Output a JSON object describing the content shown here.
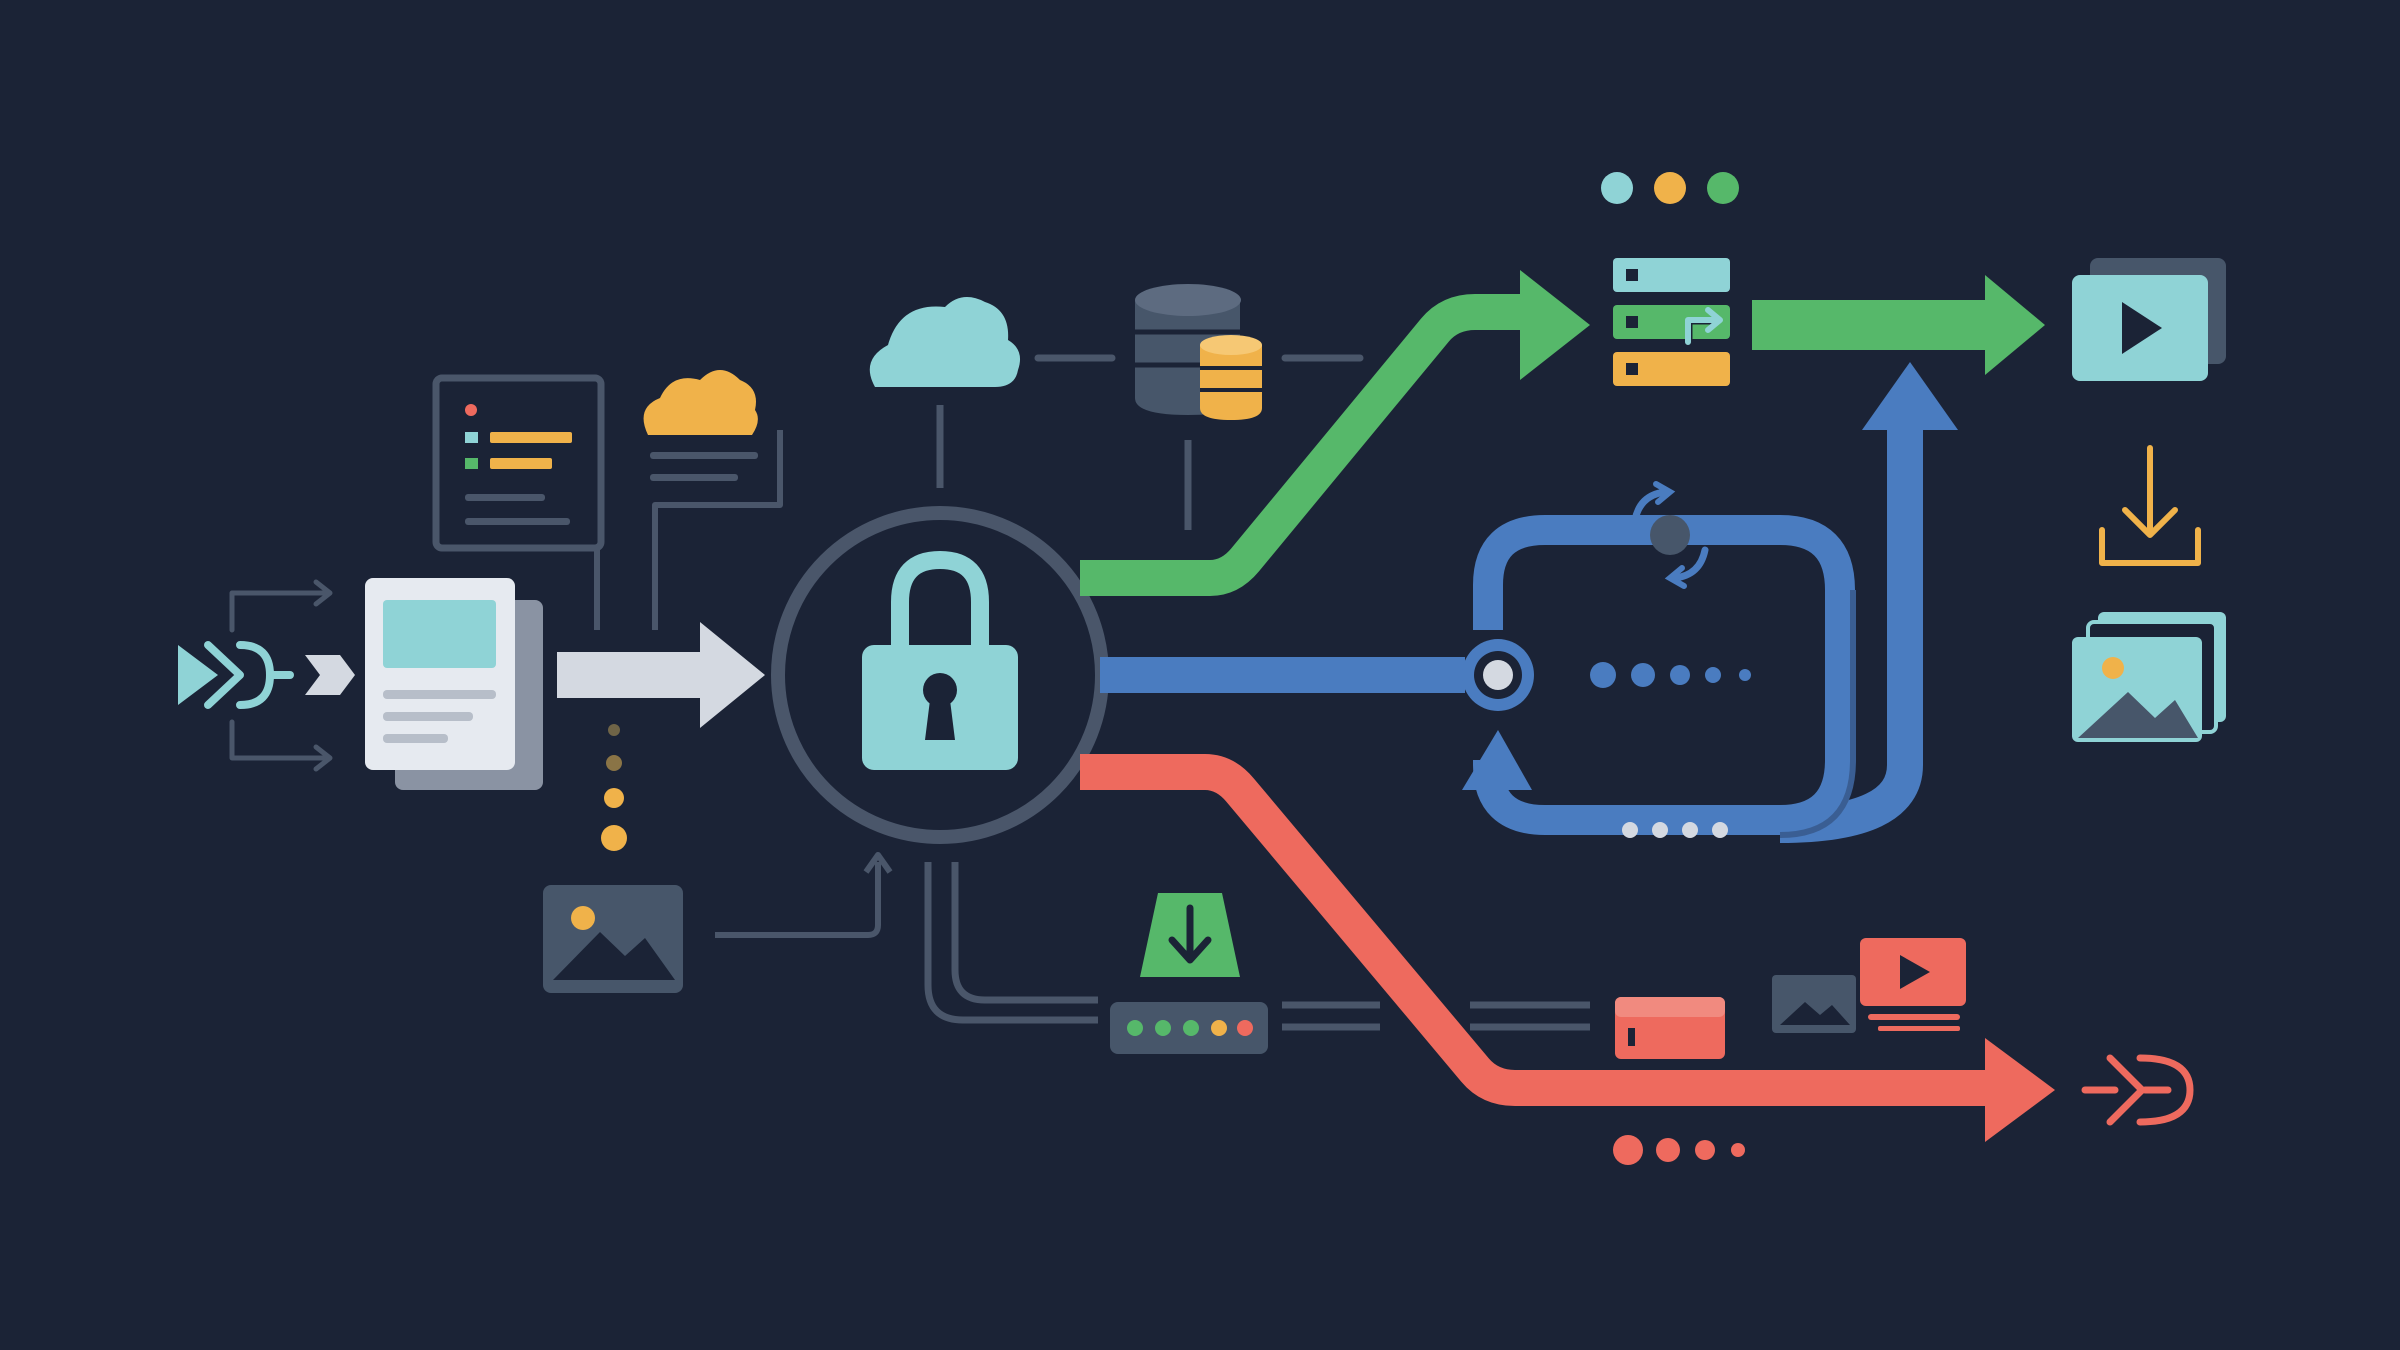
{
  "colors": {
    "background": "#1b2336",
    "outline": "#4a566a",
    "light": "#d4d9e1",
    "teal": "#8fd3d6",
    "orange": "#f0b24a",
    "green": "#56b86a",
    "blue": "#4a7cc0",
    "red": "#ee6a5e",
    "dark_slate": "#47566a"
  },
  "icons": [
    "input-connector-icon",
    "document-icon",
    "code-file-icon",
    "cloud-icon",
    "database-icon",
    "padlock-icon",
    "image-icon",
    "download-tray-icon",
    "server-rack-icon",
    "sync-icon",
    "play-video-icon",
    "image-stack-icon",
    "output-connector-icon"
  ],
  "flows": [
    {
      "name": "green-flow",
      "color": "#56b86a",
      "target": "server-rack-icon"
    },
    {
      "name": "blue-flow",
      "color": "#4a7cc0",
      "target": "sync-loop"
    },
    {
      "name": "red-flow",
      "color": "#ee6a5e",
      "target": "output-connector-icon"
    }
  ]
}
